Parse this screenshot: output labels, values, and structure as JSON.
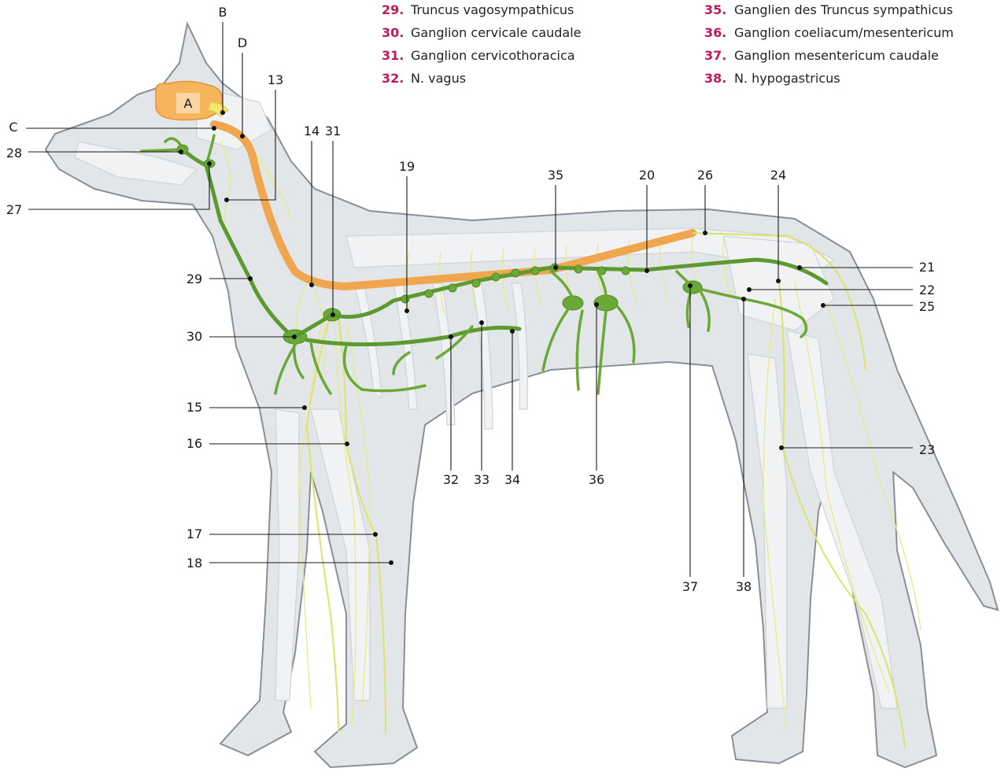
{
  "legend": {
    "col1": [
      {
        "num": "29.",
        "text": "Truncus vagosympathicus"
      },
      {
        "num": "30.",
        "text": "Ganglion cervicale caudale"
      },
      {
        "num": "31.",
        "text": "Ganglion cervicothoracica"
      },
      {
        "num": "32.",
        "text": "N. vagus"
      }
    ],
    "col2": [
      {
        "num": "35.",
        "text": "Ganglien des Truncus sympathicus"
      },
      {
        "num": "36.",
        "text": "Ganglion coeliacum/mesentericum"
      },
      {
        "num": "37.",
        "text": "Ganglion mesentericum caudale"
      },
      {
        "num": "38.",
        "text": "N. hypogastricus"
      }
    ]
  },
  "brain_label": "A",
  "callouts": [
    "B",
    "D",
    "13",
    "C",
    "28",
    "27",
    "14",
    "31",
    "19",
    "35",
    "20",
    "26",
    "24",
    "21",
    "22",
    "25",
    "29",
    "30",
    "15",
    "16",
    "17",
    "18",
    "32",
    "33",
    "34",
    "36",
    "23",
    "37",
    "38"
  ],
  "colors": {
    "legend_number": "#c2185b",
    "spinal_cord": "#f0a64f",
    "brain": "#f6b45c",
    "sympathetic": "#5c9a2f",
    "nerves": "#dce36a",
    "body": "#e3e6e9"
  }
}
